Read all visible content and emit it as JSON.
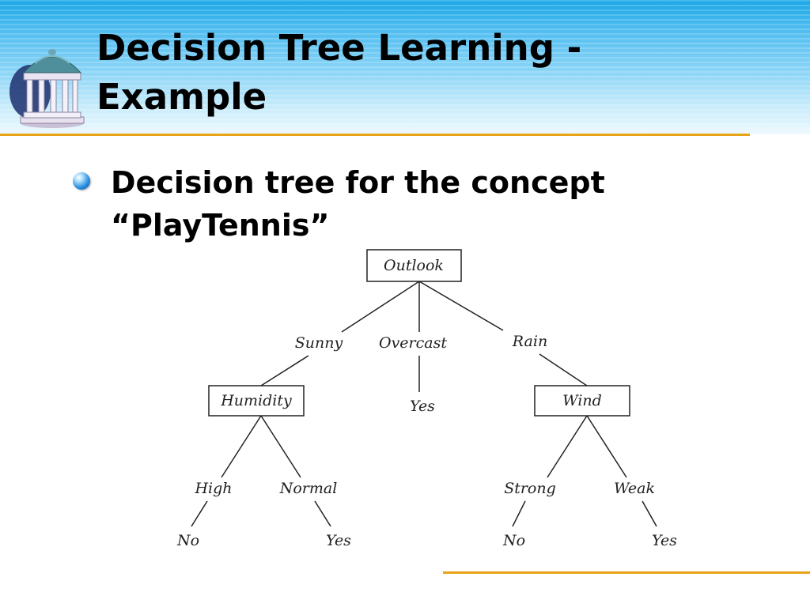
{
  "slide": {
    "title_line1": "Decision Tree Learning -",
    "title_line2": "Example",
    "bullet_line1": "Decision tree for the concept",
    "bullet_line2": "“PlayTennis”"
  },
  "colors": {
    "accent_rule": "#e8a317",
    "header_gradient_top": "#1aa7e6",
    "header_gradient_bottom": "#eef9fe",
    "bullet": "#2a8fe0"
  },
  "tree": {
    "root": "Outlook",
    "root_branches": [
      "Sunny",
      "Overcast",
      "Rain"
    ],
    "humidity_node": "Humidity",
    "humidity_branches": [
      "High",
      "Normal"
    ],
    "humidity_leaves": [
      "No",
      "Yes"
    ],
    "overcast_leaf": "Yes",
    "wind_node": "Wind",
    "wind_branches": [
      "Strong",
      "Weak"
    ],
    "wind_leaves": [
      "No",
      "Yes"
    ]
  },
  "icons": {
    "logo": "old-well-gazebo-icon",
    "bullet": "bullet-sphere-icon"
  }
}
